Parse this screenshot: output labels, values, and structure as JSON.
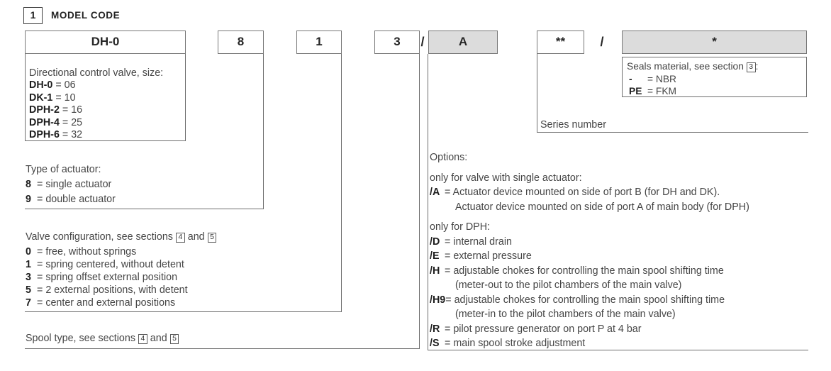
{
  "colors": {
    "shaded_box": "#dcdcdc",
    "box_border": "#777777",
    "connector_line": "#6e6e6e",
    "text": "#454545",
    "bold_text": "#1d1d1d"
  },
  "header": {
    "section_number": "1",
    "title": "MODEL CODE"
  },
  "code_row": {
    "size": "DH-0",
    "actuator": "8",
    "config": "1",
    "spool": "3",
    "slash1": "/",
    "option": "A",
    "series": "**",
    "slash2": "/",
    "seals": "*"
  },
  "size_section": {
    "title": "Directional control valve, size:",
    "items": [
      {
        "code": "DH-0",
        "text": "= 06"
      },
      {
        "code": "DK-1",
        "text": "= 10"
      },
      {
        "code": "DPH-2",
        "text": "= 16"
      },
      {
        "code": "DPH-4",
        "text": "= 25"
      },
      {
        "code": "DPH-6",
        "text": "= 32"
      }
    ]
  },
  "actuator_section": {
    "title": "Type of actuator:",
    "items": [
      {
        "code": "8",
        "text": "= single actuator"
      },
      {
        "code": "9",
        "text": "= double actuator"
      }
    ]
  },
  "config_section": {
    "title_part1": "Valve configuration, see sections",
    "ref1": "4",
    "title_mid": "and",
    "ref2": "5",
    "items": [
      {
        "code": "0",
        "text": "= free, without springs"
      },
      {
        "code": "1",
        "text": "= spring centered, without detent"
      },
      {
        "code": "3",
        "text": "= spring offset external position"
      },
      {
        "code": "5",
        "text": "= 2 external positions, with detent"
      },
      {
        "code": "7",
        "text": "= center and external positions"
      }
    ]
  },
  "spool_section": {
    "title_part1": "Spool type, see sections",
    "ref1": "4",
    "title_mid": "and",
    "ref2": "5"
  },
  "options_section": {
    "title": "Options:",
    "group1_label": "only for valve with single actuator:",
    "a_code": "/A",
    "a_text": "= Actuator device mounted on side of port B (for DH and DK).",
    "a_text2": "Actuator device mounted on side of port A of main body (for DPH)",
    "group2_label": "only for DPH:",
    "d_code": "/D",
    "d_text": "= internal drain",
    "e_code": "/E",
    "e_text": "= external pressure",
    "h_code": "/H",
    "h_text": "= adjustable chokes for controlling the main spool shifting time",
    "h_note": "(meter-out to the pilot chambers of the main valve)",
    "h9_code": "/H9",
    "h9_text": "= adjustable chokes for controlling the main spool shifting time",
    "h9_note": "(meter-in to the pilot chambers of the main valve)",
    "r_code": "/R",
    "r_text": "= pilot pressure generator on port P at 4 bar",
    "s_code": "/S",
    "s_text": "= main spool stroke adjustment"
  },
  "series_section": {
    "label": "Series number"
  },
  "seals_section": {
    "title_part1": "Seals material, see section",
    "ref": "3",
    "title_part2": ":",
    "items": [
      {
        "code": "-",
        "text": "= NBR"
      },
      {
        "code": "PE",
        "text": "= FKM"
      }
    ]
  }
}
